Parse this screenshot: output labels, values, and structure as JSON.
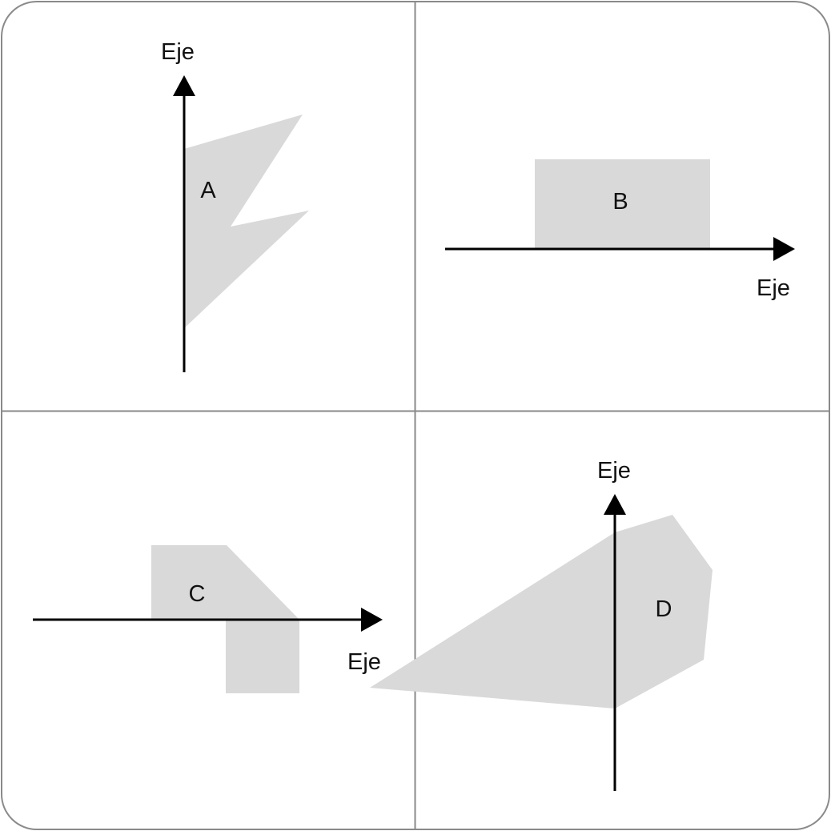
{
  "colors": {
    "shape_fill": "#d9d9d9",
    "axis": "#000000",
    "frame": "#8a8a8a",
    "background": "#ffffff"
  },
  "panels": [
    {
      "shape_label": "A",
      "axis_label": "Eje",
      "axis_orientation": "vertical"
    },
    {
      "shape_label": "B",
      "axis_label": "Eje",
      "axis_orientation": "horizontal"
    },
    {
      "shape_label": "C",
      "axis_label": "Eje",
      "axis_orientation": "horizontal"
    },
    {
      "shape_label": "D",
      "axis_label": "Eje",
      "axis_orientation": "vertical"
    }
  ]
}
